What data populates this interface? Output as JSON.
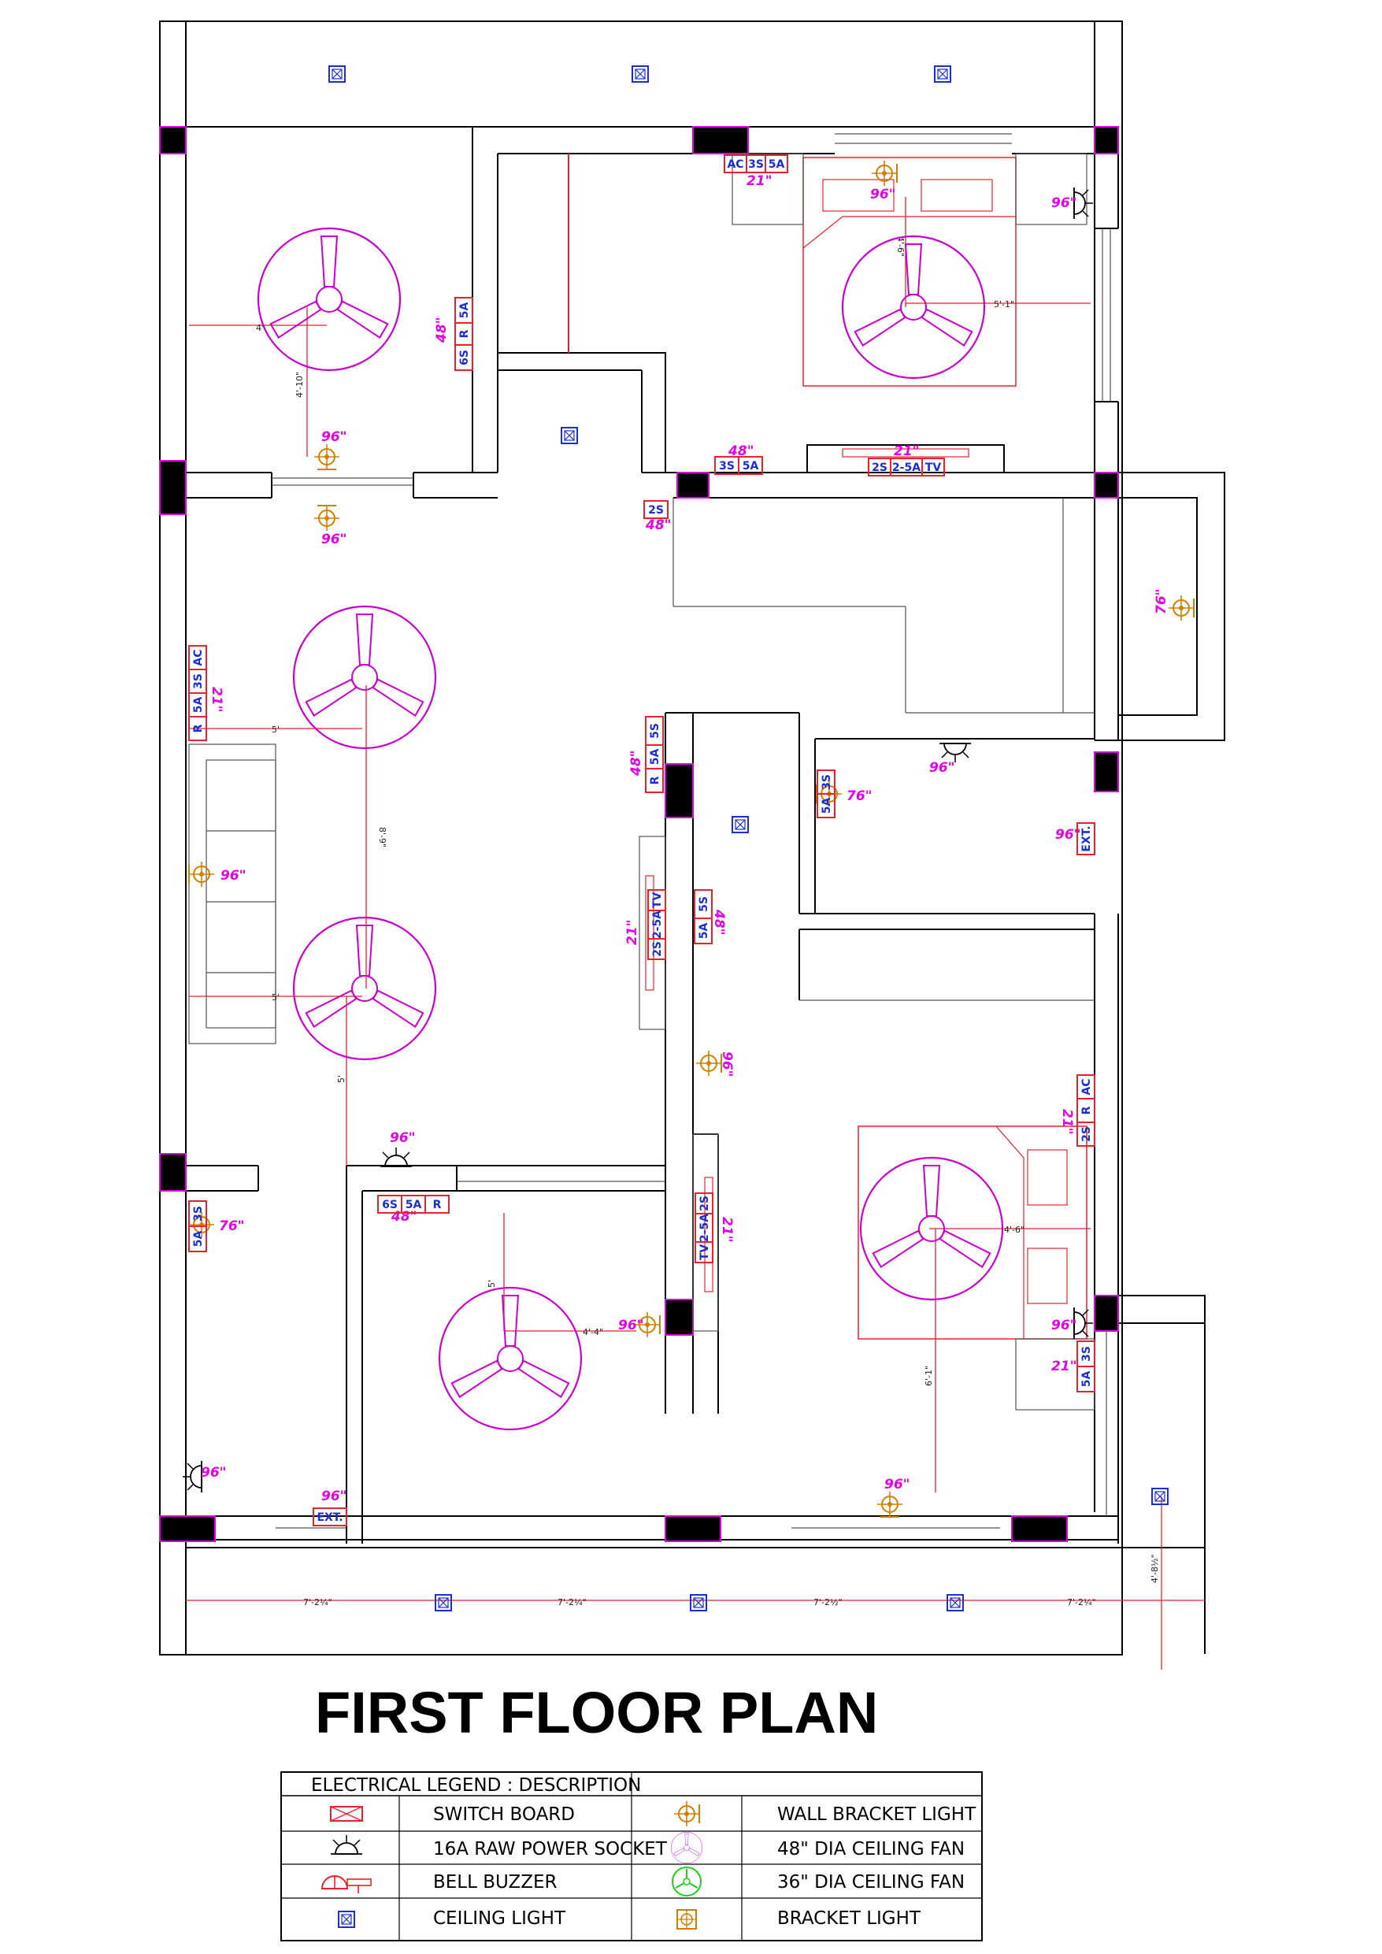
{
  "plan_title": "FIRST FLOOR PLAN",
  "colors": {
    "wall": "#000000",
    "column_fill": "#000000",
    "column_border": "#e400e4",
    "fan": "#cc00cc",
    "dimension": "#e8222c",
    "height_label": "#e400e4",
    "switch_text": "#1a2fd0",
    "bracket_light": "#d08000",
    "ceiling_light": "#1a2fd0"
  },
  "height_labels": {
    "h96": "96\"",
    "h48": "48\"",
    "h21": "21\"",
    "h76": "76\""
  },
  "switch_boards": {
    "sb_top_bedroom": [
      "AC",
      "3S",
      "5A"
    ],
    "sb_top_bedroom_2": [
      "3S",
      "5A"
    ],
    "sb_tv_top": [
      "2S",
      "2-5A",
      "TV"
    ],
    "sb_left_top": [
      "5A",
      "R",
      "6S"
    ],
    "sb_stair": [
      "2S"
    ],
    "sb_living": [
      "AC",
      "3S",
      "5A",
      "R"
    ],
    "sb_passage": [
      "5S",
      "5A",
      "R"
    ],
    "sb_passage_2": [
      "5S",
      "5A"
    ],
    "sb_tv_mid": [
      "TV",
      "2-5A",
      "2S"
    ],
    "sb_toilet_right": [
      "3S",
      "5A"
    ],
    "sb_ext_right": [
      "EXT."
    ],
    "sb_bed_right": [
      "AC",
      "R",
      "2S"
    ],
    "sb_bed_right_2": [
      "3S",
      "5A"
    ],
    "sb_toilet_left": [
      "3S",
      "5A"
    ],
    "sb_bottom_bed": [
      "6S",
      "5A",
      "R"
    ],
    "sb_tv_bottom": [
      "2S",
      "2-5A",
      "TV"
    ],
    "sb_ext_left": [
      "EXT."
    ]
  },
  "dimensions": {
    "d_4": "4'",
    "d_4_10": "4'-10\"",
    "d_4_6": "4'-6\"",
    "d_5_1": "5'-1\"",
    "d_5": "5'",
    "d_8_9": "8'-9\"",
    "d_4_4": "4'-4\"",
    "d_6_1": "6'-1\"",
    "d_7_2": "7'-2¼\"",
    "d_7_2b": "7'-2½\"",
    "d_4_8": "4'-8½\""
  },
  "legend": {
    "header": "ELECTRICAL LEGEND : DESCRIPTION",
    "items": [
      {
        "label": "SWITCH BOARD",
        "icon": "switch-board-icon"
      },
      {
        "label": "WALL BRACKET LIGHT",
        "icon": "wall-bracket-light-icon"
      },
      {
        "label": "16A RAW POWER SOCKET",
        "icon": "power-socket-icon"
      },
      {
        "label": "48\" DIA CEILING FAN",
        "icon": "ceiling-fan-48-icon"
      },
      {
        "label": "BELL BUZZER",
        "icon": "bell-buzzer-icon"
      },
      {
        "label": "36\" DIA CEILING FAN",
        "icon": "ceiling-fan-36-icon"
      },
      {
        "label": "CEILING LIGHT",
        "icon": "ceiling-light-icon"
      },
      {
        "label": "BRACKET LIGHT",
        "icon": "bracket-light-icon"
      }
    ]
  }
}
